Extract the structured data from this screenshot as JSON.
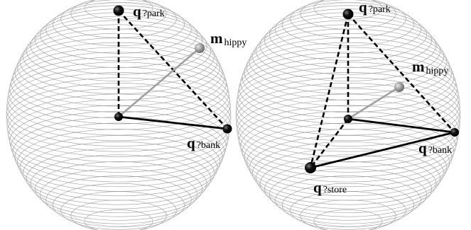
{
  "figures": [
    {
      "labels": {
        "park": {
          "symbol": "q",
          "subscript": "?park"
        },
        "hippy": {
          "symbol": "m",
          "subscript": "hippy"
        },
        "bank": {
          "symbol": "q",
          "subscript": "?bank"
        }
      }
    },
    {
      "labels": {
        "park": {
          "symbol": "q",
          "subscript": "?park"
        },
        "hippy": {
          "symbol": "m",
          "subscript": "hippy"
        },
        "bank": {
          "symbol": "q",
          "subscript": "?bank"
        },
        "store": {
          "symbol": "q",
          "subscript": "?store"
        }
      }
    }
  ],
  "colors": {
    "sphere_lines": "#9a9a9a",
    "edge": "#000000",
    "hippy_edge": "#a0a0a0",
    "hippy_node": "#8c8c8c",
    "node": "#000000"
  }
}
